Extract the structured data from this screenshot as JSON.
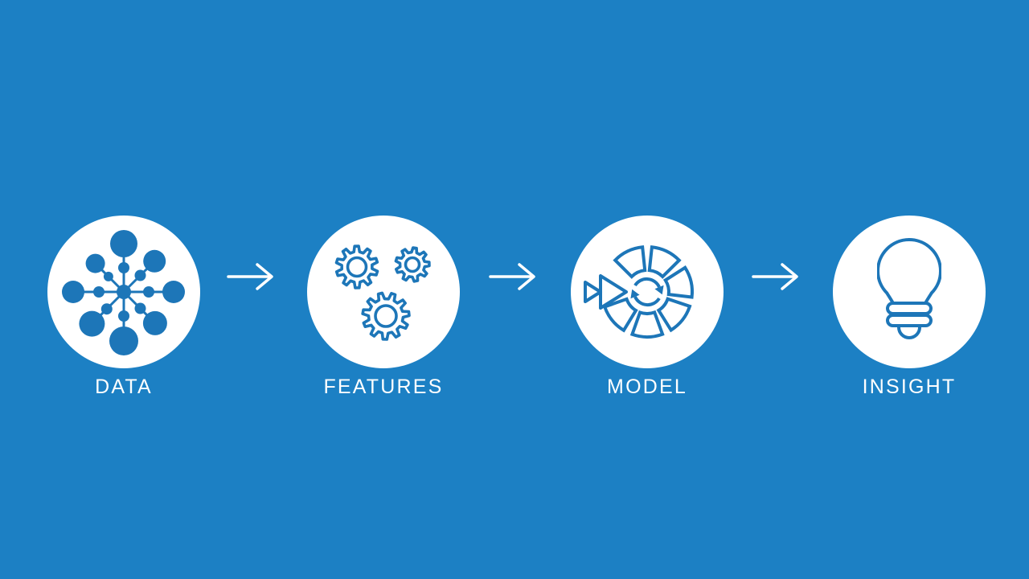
{
  "colors": {
    "background": "#1C80C4",
    "bubble": "#FFFFFF",
    "icon": "#1D76B8",
    "text": "#FFFFFF",
    "arrow": "#FFFFFF"
  },
  "diagram": {
    "type": "process-pipeline",
    "flow_direction": "left-to-right",
    "steps": [
      {
        "label": "DATA",
        "icon": "data-network-icon"
      },
      {
        "label": "FEATURES",
        "icon": "gears-icon"
      },
      {
        "label": "MODEL",
        "icon": "model-iteration-icon"
      },
      {
        "label": "INSIGHT",
        "icon": "lightbulb-icon"
      }
    ],
    "connectors": [
      {
        "type": "arrow-right"
      },
      {
        "type": "arrow-right"
      },
      {
        "type": "arrow-right"
      }
    ]
  }
}
